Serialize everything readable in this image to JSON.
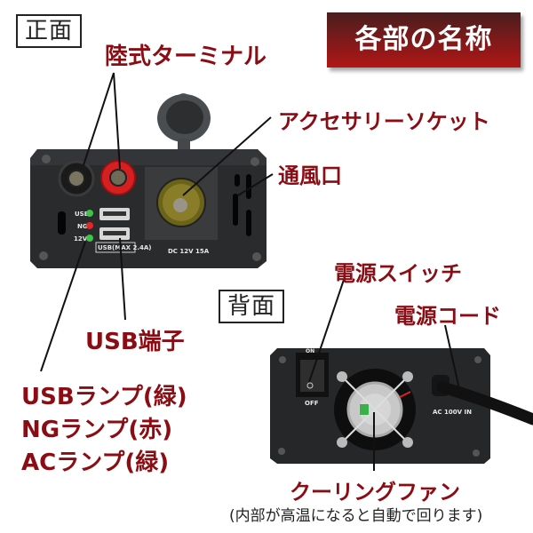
{
  "title": "各部の名称",
  "sections": {
    "front": {
      "label": "正面"
    },
    "back": {
      "label": "背面"
    }
  },
  "front_callouts": {
    "terminals": "陸式ターミナル",
    "accessory_socket": "アクセサリーソケット",
    "vent": "通風口",
    "usb_port": "USB端子",
    "lamps": [
      "USBランプ(緑)",
      "NGランプ(赤)",
      "ACランプ(緑)"
    ]
  },
  "back_callouts": {
    "power_switch": "電源スイッチ",
    "power_cord": "電源コード",
    "cooling_fan": "クーリングファン",
    "cooling_fan_note": "(内部が高温になると自動で回ります)"
  },
  "device_front_markings": {
    "led_usb": "USB",
    "led_ng": "NG",
    "led_12v": "12V",
    "usb_rating": "USB(MAX 2.4A)",
    "socket_rating": "DC 12V 15A"
  },
  "device_back_markings": {
    "switch_on": "ON",
    "switch_off": "OFF",
    "ac_input": "AC 100V IN"
  },
  "colors": {
    "label_red": "#8b0d14",
    "banner_top": "#4a1e1e",
    "banner_bottom": "#b01616",
    "led_green": "#3ec44a",
    "led_red": "#e02828",
    "terminal_red": "#d42020"
  }
}
